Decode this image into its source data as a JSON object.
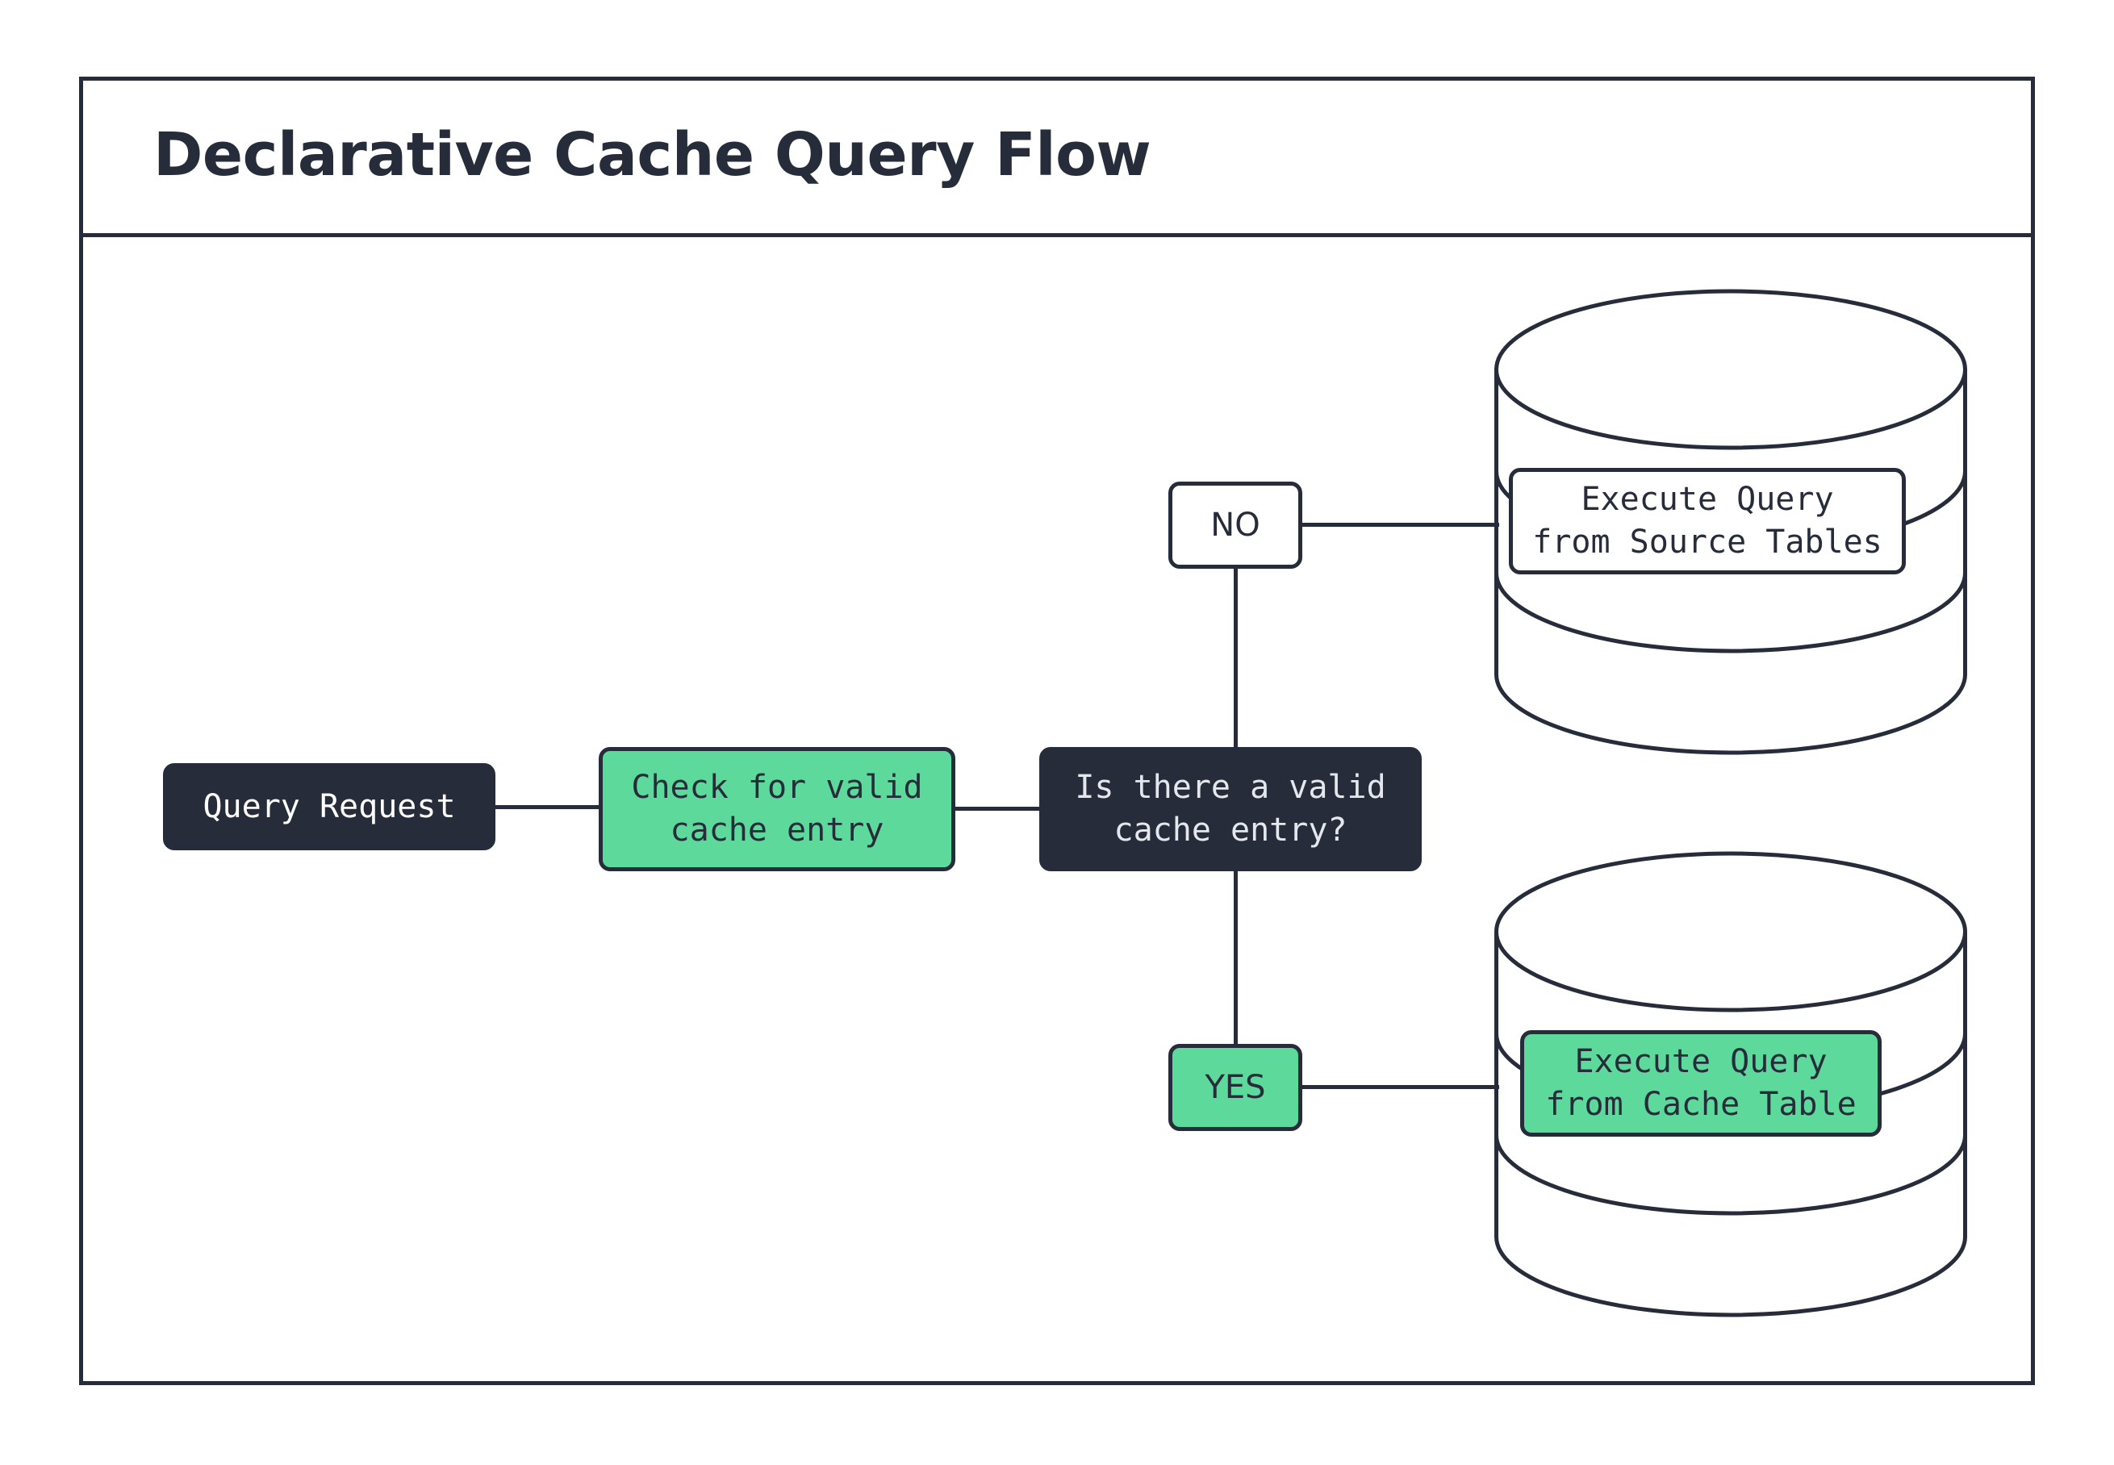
{
  "diagram": {
    "title": "Declarative Cache Query Flow",
    "background_color": "#ffffff",
    "stroke_color": "#272c3b",
    "accent_green": "#5ed99c",
    "dark_fill": "#272c3b",
    "light_text": "#e4e7ec"
  },
  "nodes": {
    "query_request": {
      "label": "Query Request",
      "shape": "rounded-rect",
      "fill": "#272c3b",
      "text_color": "#ffffff"
    },
    "check_cache": {
      "label": "Check for valid\ncache entry",
      "shape": "rounded-rect",
      "fill": "#5ed99c",
      "text_color": "#272c3b"
    },
    "decision": {
      "label": "Is there a valid\ncache entry?",
      "shape": "rounded-rect",
      "fill": "#272c3b",
      "text_color": "#e4e7ec"
    },
    "source_db": {
      "label": "Execute Query\nfrom Source Tables",
      "shape": "database-cylinder",
      "fill": "#ffffff",
      "text_color": "#272c3b"
    },
    "cache_db": {
      "label": "Execute Query\nfrom Cache Table",
      "shape": "database-cylinder",
      "fill": "#5ed99c",
      "text_color": "#272c3b"
    }
  },
  "branches": {
    "no": {
      "label": "NO",
      "fill": "#ffffff",
      "text_color": "#272c3b"
    },
    "yes": {
      "label": "YES",
      "fill": "#5ed99c",
      "text_color": "#272c3b"
    }
  },
  "edges": [
    {
      "from": "query_request",
      "to": "check_cache",
      "label": ""
    },
    {
      "from": "check_cache",
      "to": "decision",
      "label": ""
    },
    {
      "from": "decision",
      "to": "source_db",
      "label": "NO"
    },
    {
      "from": "decision",
      "to": "cache_db",
      "label": "YES"
    }
  ]
}
